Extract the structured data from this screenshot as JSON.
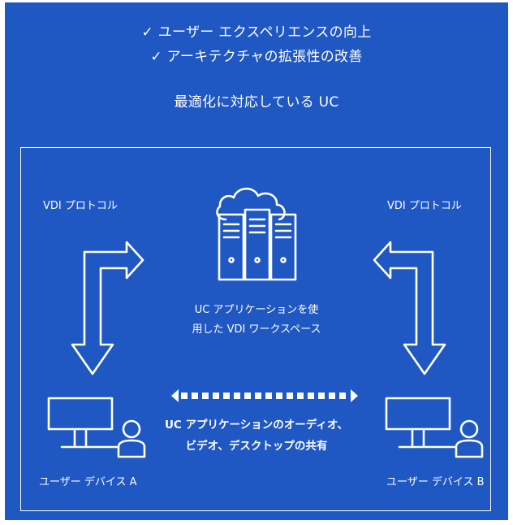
{
  "header": {
    "benefit_1": "✓ ユーザー エクスペリエンスの向上",
    "benefit_2": "✓ アーキテクチャの拡張性の改善",
    "subtitle": "最適化に対応している UC"
  },
  "diagram": {
    "left_protocol": "VDI プロトコル",
    "right_protocol": "VDI プロトコル",
    "workspace_line1": "UC アプリケーションを使",
    "workspace_line2": "用した VDI ワークスペース",
    "sharing_line1": "UC アプリケーションのオーディオ、",
    "sharing_line2": "ビデオ、デスクトップの共有",
    "device_a": "ユーザー デバイス A",
    "device_b": "ユーザー デバイス B"
  },
  "colors": {
    "background": "#1f57c3",
    "foreground": "#ffffff"
  },
  "icons": [
    "cloud-server-icon",
    "monitor-user-icon",
    "bent-arrow-icon",
    "dotted-double-arrow-icon"
  ]
}
